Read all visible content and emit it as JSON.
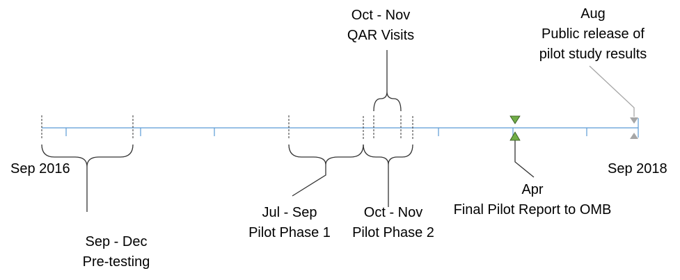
{
  "timeline": {
    "start_label": "Sep 2016",
    "end_label": "Sep 2018",
    "axis_color": "#5b9bd5",
    "milestone_color": "#70ad47",
    "future_color": "#a6a6a6"
  },
  "events": {
    "pretesting": {
      "dates": "Sep - Dec",
      "name": "Pre-testing"
    },
    "pilot1": {
      "dates": "Jul - Sep",
      "name": "Pilot Phase 1"
    },
    "pilot2": {
      "dates": "Oct - Nov",
      "name": "Pilot Phase 2"
    },
    "qar": {
      "dates": "Oct - Nov",
      "name": "QAR Visits"
    },
    "report": {
      "dates": "Apr",
      "name": "Final Pilot Report to OMB"
    },
    "release": {
      "dates": "Aug",
      "name_line1": "Public release of",
      "name_line2": "pilot study results"
    }
  }
}
